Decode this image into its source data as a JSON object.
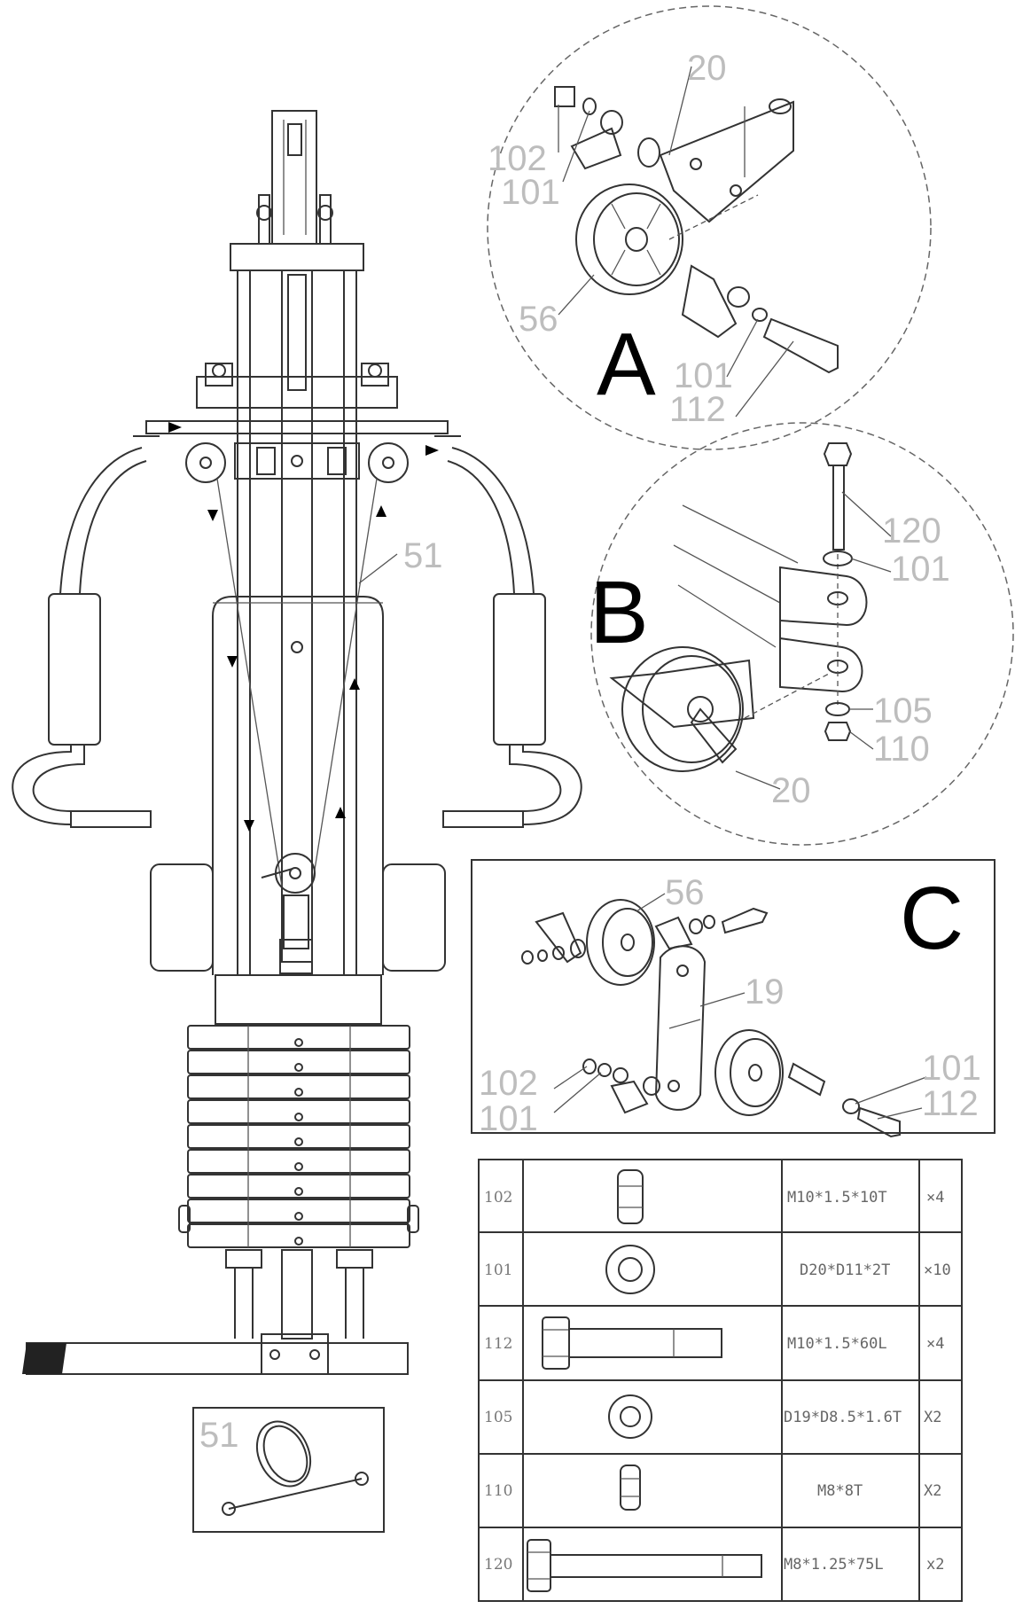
{
  "main_callouts": {
    "cable": "51"
  },
  "detail_a": {
    "letter": "A",
    "labels": [
      "20",
      "102",
      "101",
      "56",
      "101",
      "112"
    ]
  },
  "detail_b": {
    "letter": "B",
    "labels": [
      "120",
      "101",
      "105",
      "110",
      "20"
    ]
  },
  "detail_c": {
    "letter": "C",
    "labels": [
      "56",
      "19",
      "102",
      "101",
      "101",
      "112"
    ]
  },
  "cable_box": {
    "label": "51"
  },
  "hardware_table": {
    "rows": [
      {
        "part": "102",
        "spec": "M10*1.5*10T",
        "qty": "×4",
        "icon": "hex-nut-icon"
      },
      {
        "part": "101",
        "spec": "D20*D11*2T",
        "qty": "×10",
        "icon": "washer-icon"
      },
      {
        "part": "112",
        "spec": "M10*1.5*60L",
        "qty": "×4",
        "icon": "bolt-icon"
      },
      {
        "part": "105",
        "spec": "D19*D8.5*1.6T",
        "qty": "X2",
        "icon": "washer-icon"
      },
      {
        "part": "110",
        "spec": "M8*8T",
        "qty": "X2",
        "icon": "hex-nut-icon"
      },
      {
        "part": "120",
        "spec": "M8*1.25*75L",
        "qty": "x2",
        "icon": "bolt-icon"
      }
    ]
  }
}
